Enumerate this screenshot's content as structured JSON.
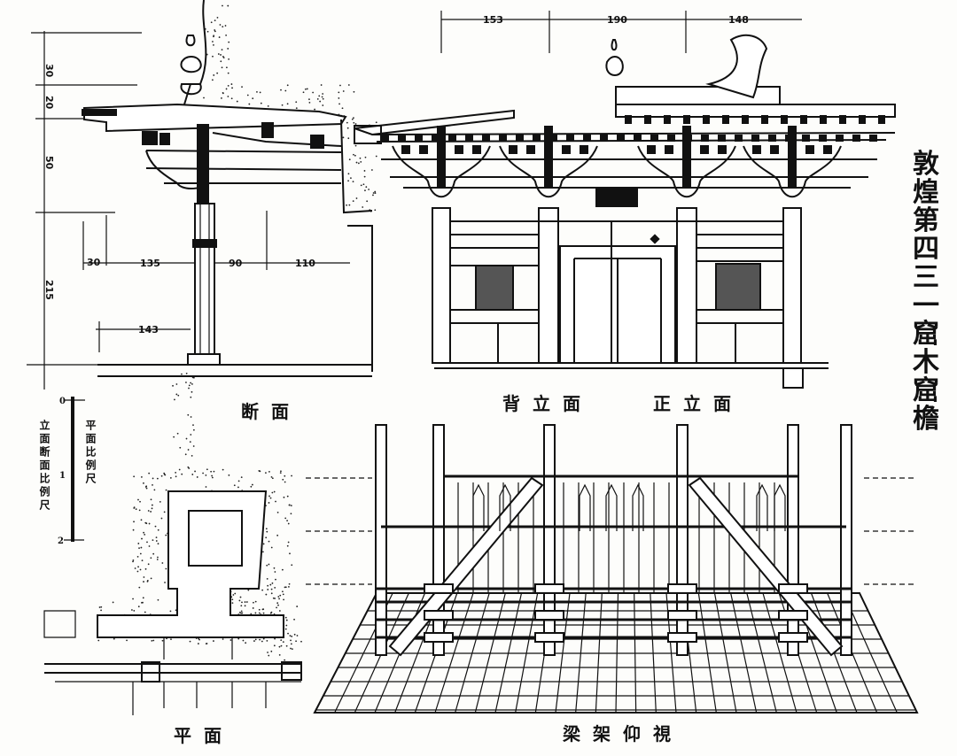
{
  "title": "敦煌第四三一窟木窟檐",
  "section": {
    "label": "断面",
    "dims_vertical": [
      "30",
      "20",
      "50",
      "215"
    ],
    "dims_horizontal": [
      "30",
      "135",
      "90",
      "110",
      "143"
    ]
  },
  "elevation": {
    "rear_label": "背立面",
    "front_label": "正立面",
    "dims_top": [
      "153",
      "190",
      "148"
    ]
  },
  "plan": {
    "label": "平面"
  },
  "ceiling": {
    "label": "梁架仰視"
  },
  "scale_bars": {
    "elevation_section": "立面断面比例尺",
    "plan": "平面比例尺",
    "ticks": [
      "0",
      "1",
      "2"
    ]
  }
}
